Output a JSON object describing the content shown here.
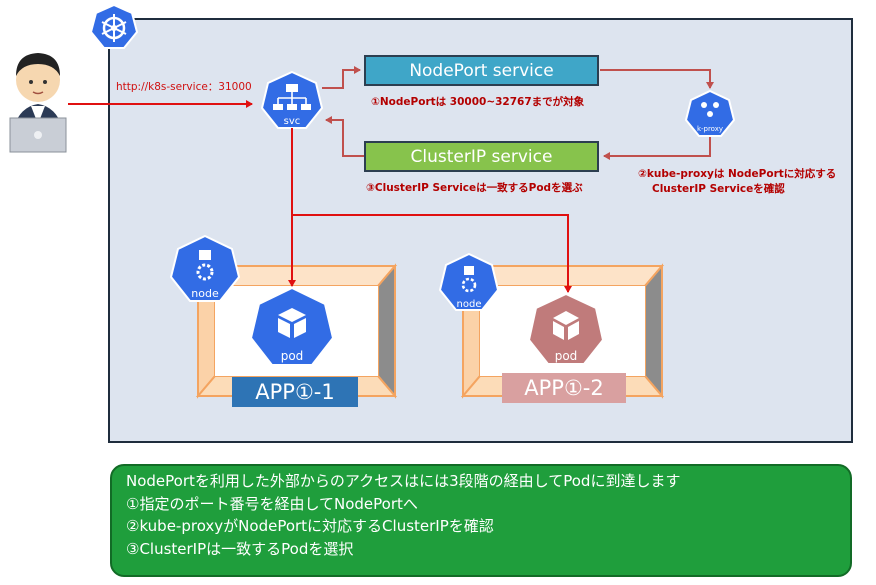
{
  "diagram": {
    "url_label": "http://k8s-service：31000",
    "svc_icon_label": "svc",
    "nodeport_service": "NodePort service",
    "clusterip_service": "ClusterIP service",
    "kproxy_icon_label": "k-proxy",
    "note_step1": "①NodePortは 30000~32767までが対象",
    "note_step2_line1": "②kube-proxyは NodePortに対応する",
    "note_step2_line2": "ClusterIP Serviceを確認",
    "note_step3": "③ClusterIP Serviceは一致するPodを選ぶ",
    "node_label": "node",
    "pod_label": "pod",
    "app1_label": "APP①-1",
    "app2_label": "APP①-2"
  },
  "summary": {
    "line1": "NodePortを利用した外部からのアクセスはには3段階の経由してPodに到達します",
    "line2": "①指定のポート番号を経由してNodePortへ",
    "line3": "②kube-proxyがNodePortに対応するClusterIPを確認",
    "line4": "③ClusterIPは一致するPodを選択"
  },
  "colors": {
    "k8s_blue": "#326ce5",
    "arrow_red": "#e01010",
    "connector_red": "#c0504d",
    "pod2": "#c07b7b",
    "box_orange": "#f4a460"
  },
  "icons": [
    "user-icon",
    "kubernetes-logo",
    "svc-icon",
    "kproxy-icon",
    "node-icon",
    "pod-icon"
  ]
}
